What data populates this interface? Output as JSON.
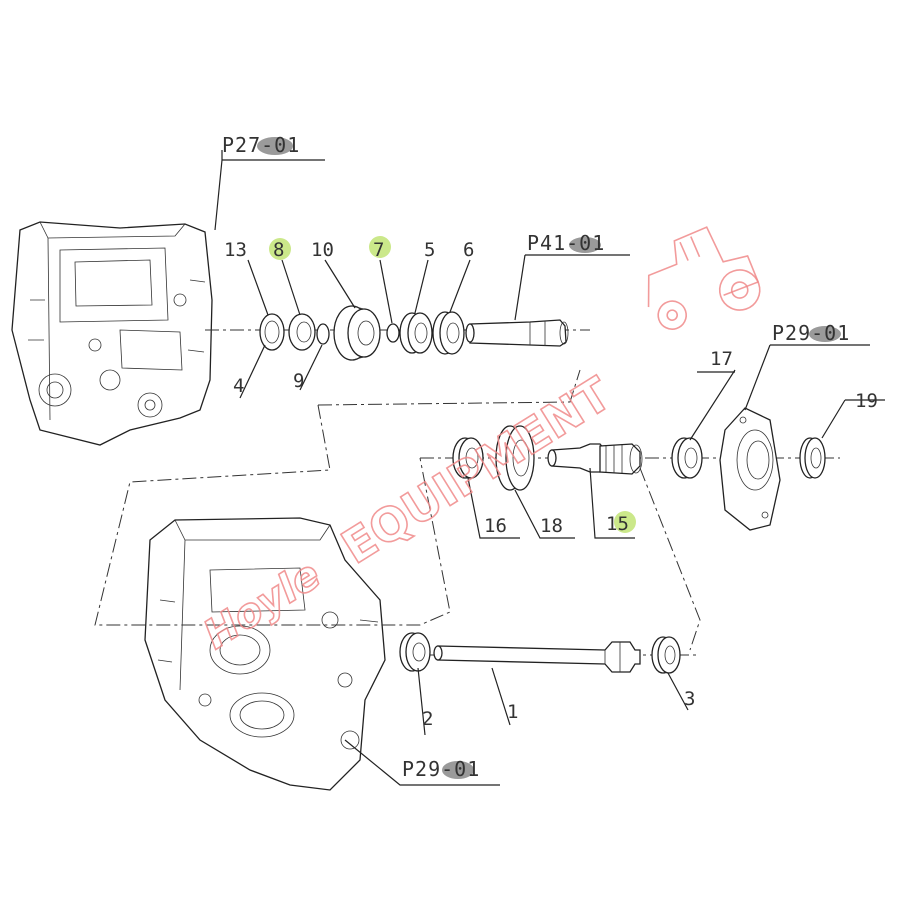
{
  "diagram": {
    "ref_labels": {
      "top_left": "P27-01",
      "shaft": "P41-01",
      "right": "P29-01",
      "bottom": "P29-01"
    },
    "callouts": {
      "c13": "13",
      "c8": "8",
      "c10": "10",
      "c7": "7",
      "c5": "5",
      "c6": "6",
      "c4": "4",
      "c9": "9",
      "c17": "17",
      "c19": "19",
      "c16": "16",
      "c18": "18",
      "c15": "15",
      "c2": "2",
      "c1": "1",
      "c3": "3"
    },
    "highlighted_callouts": [
      "8",
      "7",
      "15"
    ],
    "highlight_color": "#cbe88a",
    "line_color": "#222222"
  },
  "watermark": {
    "text_top": "EQUIPMENT",
    "text_bottom": "Hoyle",
    "color": "#f08a8a",
    "icon": "tractor-icon"
  }
}
